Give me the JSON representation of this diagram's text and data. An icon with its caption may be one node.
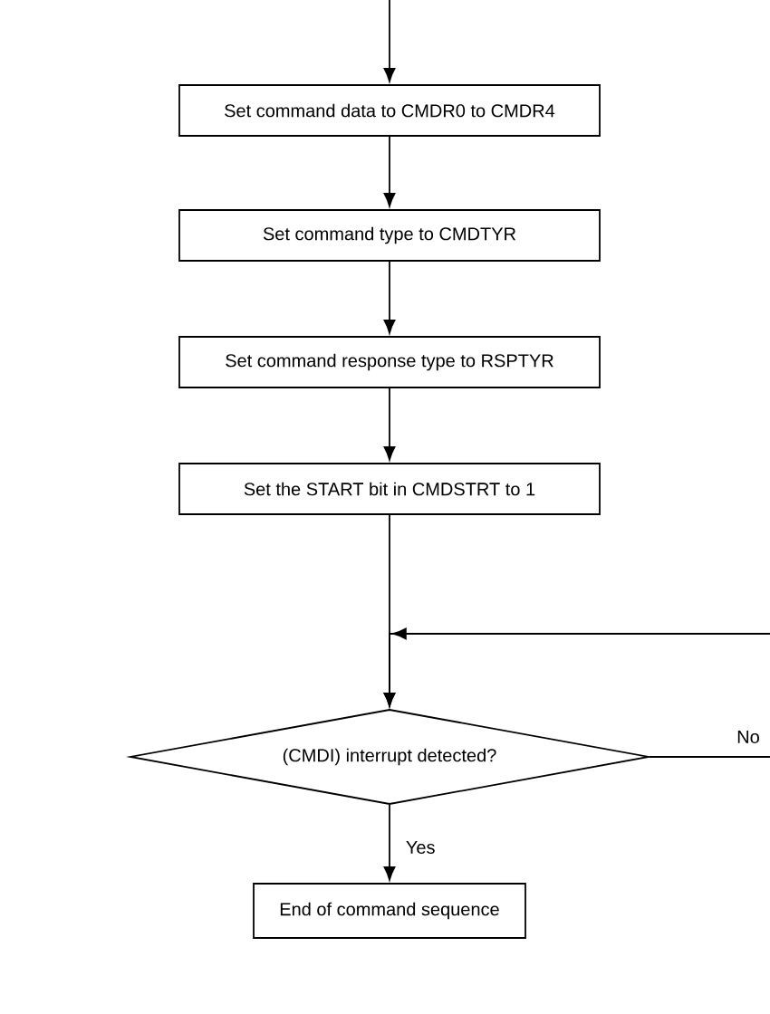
{
  "diagram": {
    "nodes": [
      {
        "text": [
          "Set command data to CMDR0 to CMDR4"
        ]
      },
      {
        "text": [
          "Set command type to CMDTYR"
        ]
      },
      {
        "text": [
          "Set command response type to RSPTYR"
        ]
      },
      {
        "text": [
          "Set the START bit in CMDSTRT to 1"
        ]
      },
      {
        "text": [
          "(CMDI) interrupt detected?"
        ]
      },
      {
        "text": [
          "End of command sequence"
        ]
      }
    ],
    "edges": [
      {
        "from": null,
        "to": 0,
        "arrow": "to"
      },
      {
        "from": 0,
        "to": 1,
        "arrow": "to"
      },
      {
        "from": 1,
        "to": 2,
        "arrow": "to"
      },
      {
        "from": 2,
        "to": 3,
        "arrow": "to"
      },
      {
        "from": 3,
        "to": 4,
        "arrow": "to"
      },
      {
        "from": null,
        "to": 4,
        "arrow": "to"
      },
      {
        "from": 4,
        "to": null,
        "arrow": "none",
        "label": "No"
      },
      {
        "from": 4,
        "to": 5,
        "arrow": "to",
        "label": "Yes"
      }
    ]
  }
}
